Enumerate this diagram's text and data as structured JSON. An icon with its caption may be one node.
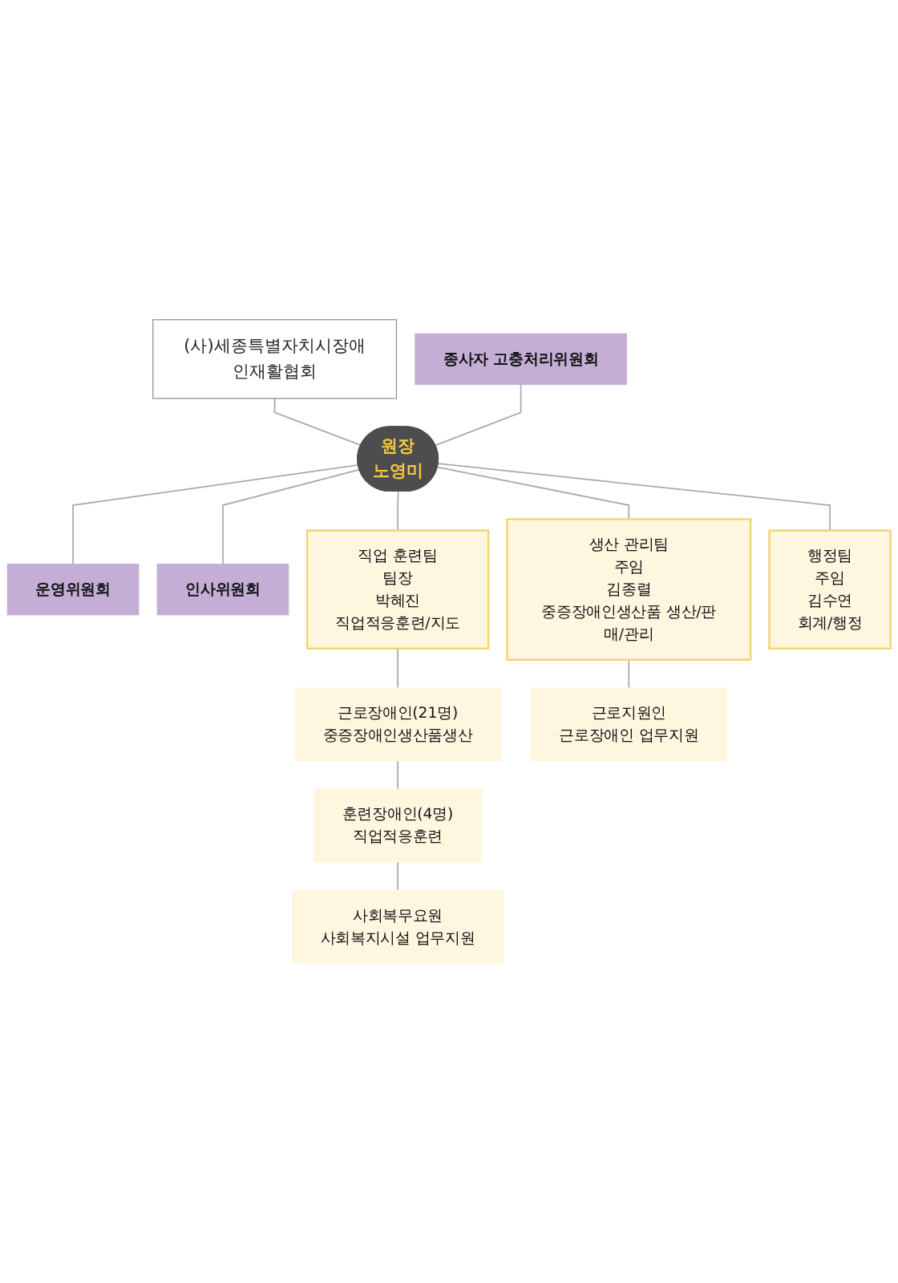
{
  "diagram": {
    "nodes": [
      {
        "text": [
          "(사)세종특별자치시장애인재활협회"
        ]
      },
      {
        "text": [
          "종사자 고충처리위원회"
        ]
      },
      {
        "text": [
          "원장",
          "노영미"
        ]
      },
      {
        "text": [
          "운영위원회"
        ]
      },
      {
        "text": [
          "인사위원회"
        ]
      },
      {
        "text": [
          "직업 훈련팀",
          "팀장",
          "박혜진",
          "직업적응훈련/지도"
        ]
      },
      {
        "text": [
          "생산 관리팀",
          "주임",
          "김종렬",
          "중증장애인생산품 생산/판매/관리"
        ]
      },
      {
        "text": [
          "행정팀",
          "주임",
          "김수연",
          "회계/행정"
        ]
      },
      {
        "text": [
          "근로장애인(21명)",
          "중증장애인생산품생산"
        ]
      },
      {
        "text": [
          "훈련장애인(4명)",
          "직업적응훈련"
        ]
      },
      {
        "text": [
          "사회복무요원",
          "사회복지시설 업무지원"
        ]
      },
      {
        "text": [
          "근로지원인",
          "근로장애인 업무지원"
        ]
      }
    ],
    "edges": [
      {
        "from": 0,
        "to": 2,
        "arrow": "none"
      },
      {
        "from": 1,
        "to": 2,
        "arrow": "none"
      },
      {
        "from": 2,
        "to": 3,
        "arrow": "none"
      },
      {
        "from": 2,
        "to": 4,
        "arrow": "none"
      },
      {
        "from": 2,
        "to": 5,
        "arrow": "none"
      },
      {
        "from": 2,
        "to": 6,
        "arrow": "none"
      },
      {
        "from": 2,
        "to": 7,
        "arrow": "none"
      },
      {
        "from": 5,
        "to": 8,
        "arrow": "none"
      },
      {
        "from": 8,
        "to": 9,
        "arrow": "none"
      },
      {
        "from": 9,
        "to": 10,
        "arrow": "none"
      },
      {
        "from": 6,
        "to": 11,
        "arrow": "none"
      }
    ]
  }
}
